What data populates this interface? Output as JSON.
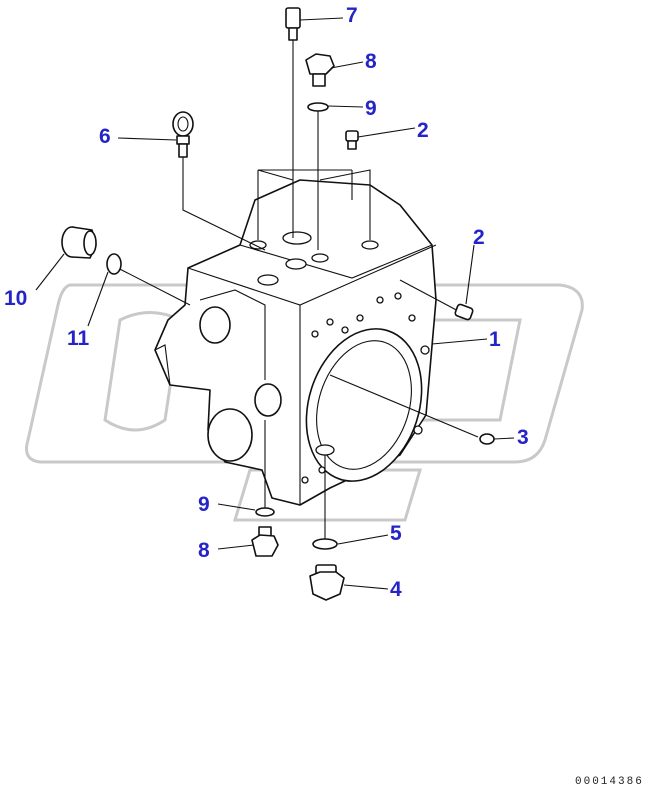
{
  "document_number": "00014386",
  "callouts": [
    {
      "label": "1"
    },
    {
      "label": "2"
    },
    {
      "label": "2"
    },
    {
      "label": "3"
    },
    {
      "label": "4"
    },
    {
      "label": "5"
    },
    {
      "label": "6"
    },
    {
      "label": "7"
    },
    {
      "label": "8"
    },
    {
      "label": "8"
    },
    {
      "label": "9"
    },
    {
      "label": "9"
    },
    {
      "label": "10"
    },
    {
      "label": "11"
    }
  ],
  "colors": {
    "callout": "#2424c8",
    "line": "#111111",
    "watermark": "#c9c9c9"
  }
}
